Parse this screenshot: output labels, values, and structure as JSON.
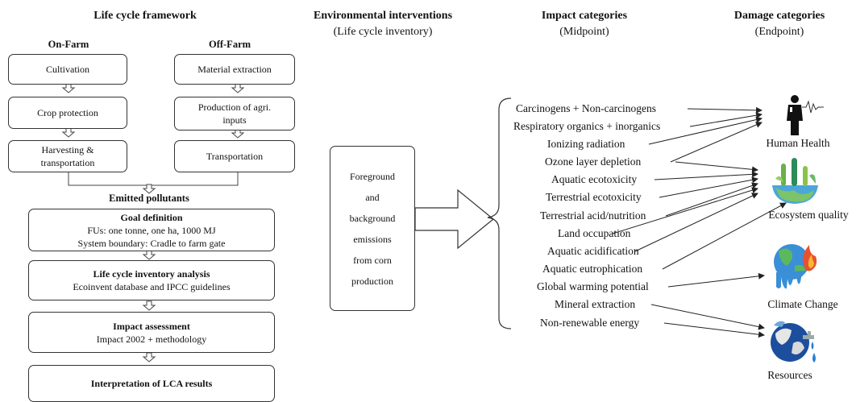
{
  "headers": {
    "framework": "Life cycle framework",
    "interventions": "Environmental interventions",
    "interventions_sub": "(Life cycle inventory)",
    "impact": "Impact categories",
    "impact_sub": "(Midpoint)",
    "damage": "Damage categories",
    "damage_sub": "(Endpoint)"
  },
  "on_farm": {
    "title": "On-Farm",
    "steps": [
      "Cultivation",
      "Crop protection",
      "Harvesting  &",
      "transportation"
    ]
  },
  "off_farm": {
    "title": "Off-Farm",
    "steps": [
      "Material  extraction",
      "Production  of  agri.",
      "inputs",
      "Transportation"
    ]
  },
  "emitted": "Emitted  pollutants",
  "goal": {
    "title": "Goal definition",
    "line1": "FUs: one tonne,  one ha,  1000 MJ",
    "line2": "System boundary:  Cradle to farm gate"
  },
  "lci": {
    "title": "Life cycle inventory analysis",
    "line1": "Ecoinvent  database and IPCC guidelines"
  },
  "assessment": {
    "title": "Impact  assessment",
    "line1": "Impact  2002 + methodology"
  },
  "interpretation": "Interpretation  of LCA results",
  "foreground": [
    "Foreground",
    "and",
    "background",
    "emissions",
    "from  corn",
    "production"
  ],
  "impact_categories": [
    "Carcinogens + Non-carcinogens",
    "Respiratory organics + inorganics",
    "Ionizing radiation",
    "Ozone layer depletion",
    "Aquatic ecotoxicity",
    "Terrestrial ecotoxicity",
    "Terrestrial acid/nutrition",
    "Land occupation",
    "Aquatic acidification",
    "Aquatic eutrophication",
    "Global warming potential",
    "Mineral extraction",
    "Non-renewable energy"
  ],
  "damage_categories": [
    "Human Health",
    "Ecosystem quality",
    "Climate Change",
    "Resources"
  ],
  "icons": [
    "person-ecg-icon",
    "plant-globe-icon",
    "melting-globe-icon",
    "dripping-globe-icon"
  ]
}
